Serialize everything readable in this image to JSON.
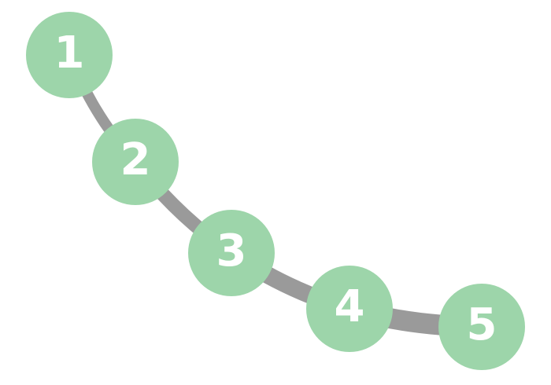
{
  "steps": [
    {
      "label": "1"
    },
    {
      "label": "2"
    },
    {
      "label": "3"
    },
    {
      "label": "4"
    },
    {
      "label": "5"
    }
  ],
  "colors": {
    "node_fill": "#9dd5aa",
    "node_text": "#ffffff",
    "connector": "#9a9a9a",
    "background": "#ffffff"
  }
}
